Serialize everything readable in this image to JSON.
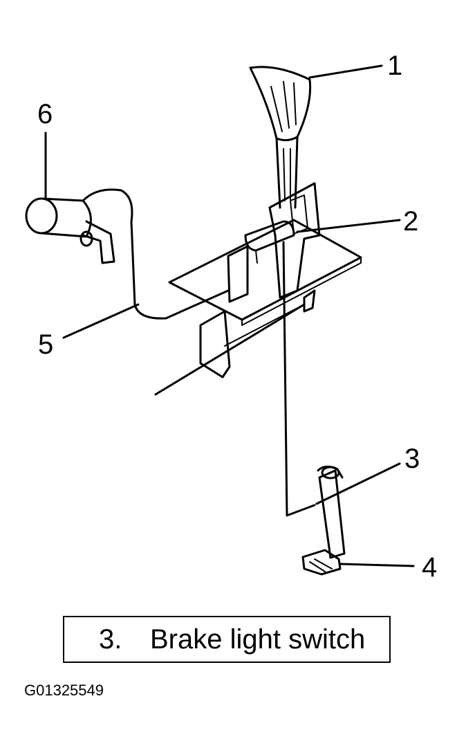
{
  "callouts": {
    "c1": "1",
    "c2": "2",
    "c3": "3",
    "c4": "4",
    "c5": "5",
    "c6": "6"
  },
  "caption": {
    "number": "3.",
    "text": "Brake light switch"
  },
  "figure_id": "G01325549"
}
